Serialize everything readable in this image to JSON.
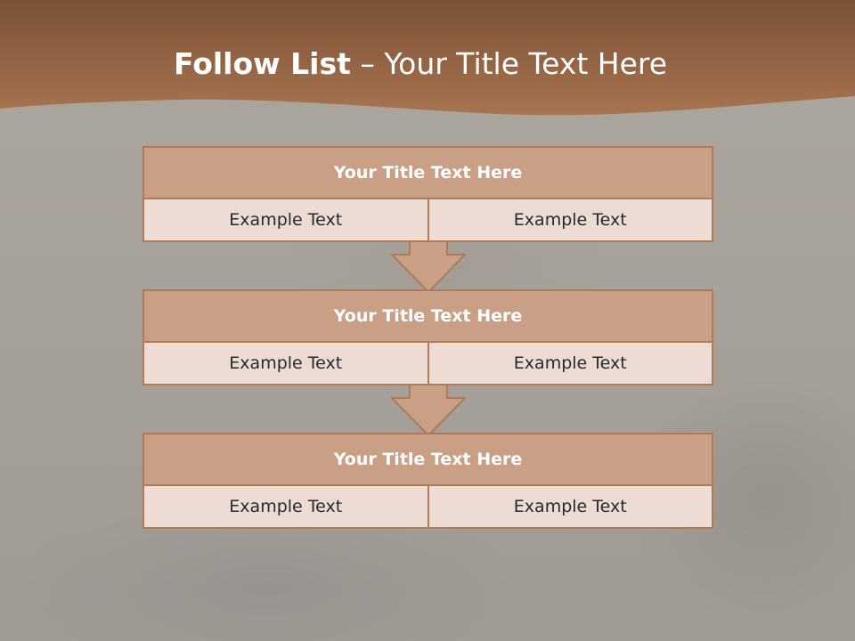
{
  "slide": {
    "title_bold": "Follow List",
    "title_rest": " – Your Title Text Here",
    "colors": {
      "header": "#9d6a48",
      "box_border": "#b07a56",
      "box_header": "#c9a085",
      "box_body": "#ecdcd4"
    }
  },
  "steps": [
    {
      "title": "Your Title Text Here",
      "left": "Example Text",
      "right": "Example Text"
    },
    {
      "title": "Your Title Text Here",
      "left": "Example Text",
      "right": "Example Text"
    },
    {
      "title": "Your Title Text Here",
      "left": "Example Text",
      "right": "Example Text"
    }
  ],
  "icons": [
    "down-arrow-icon",
    "down-arrow-icon"
  ]
}
